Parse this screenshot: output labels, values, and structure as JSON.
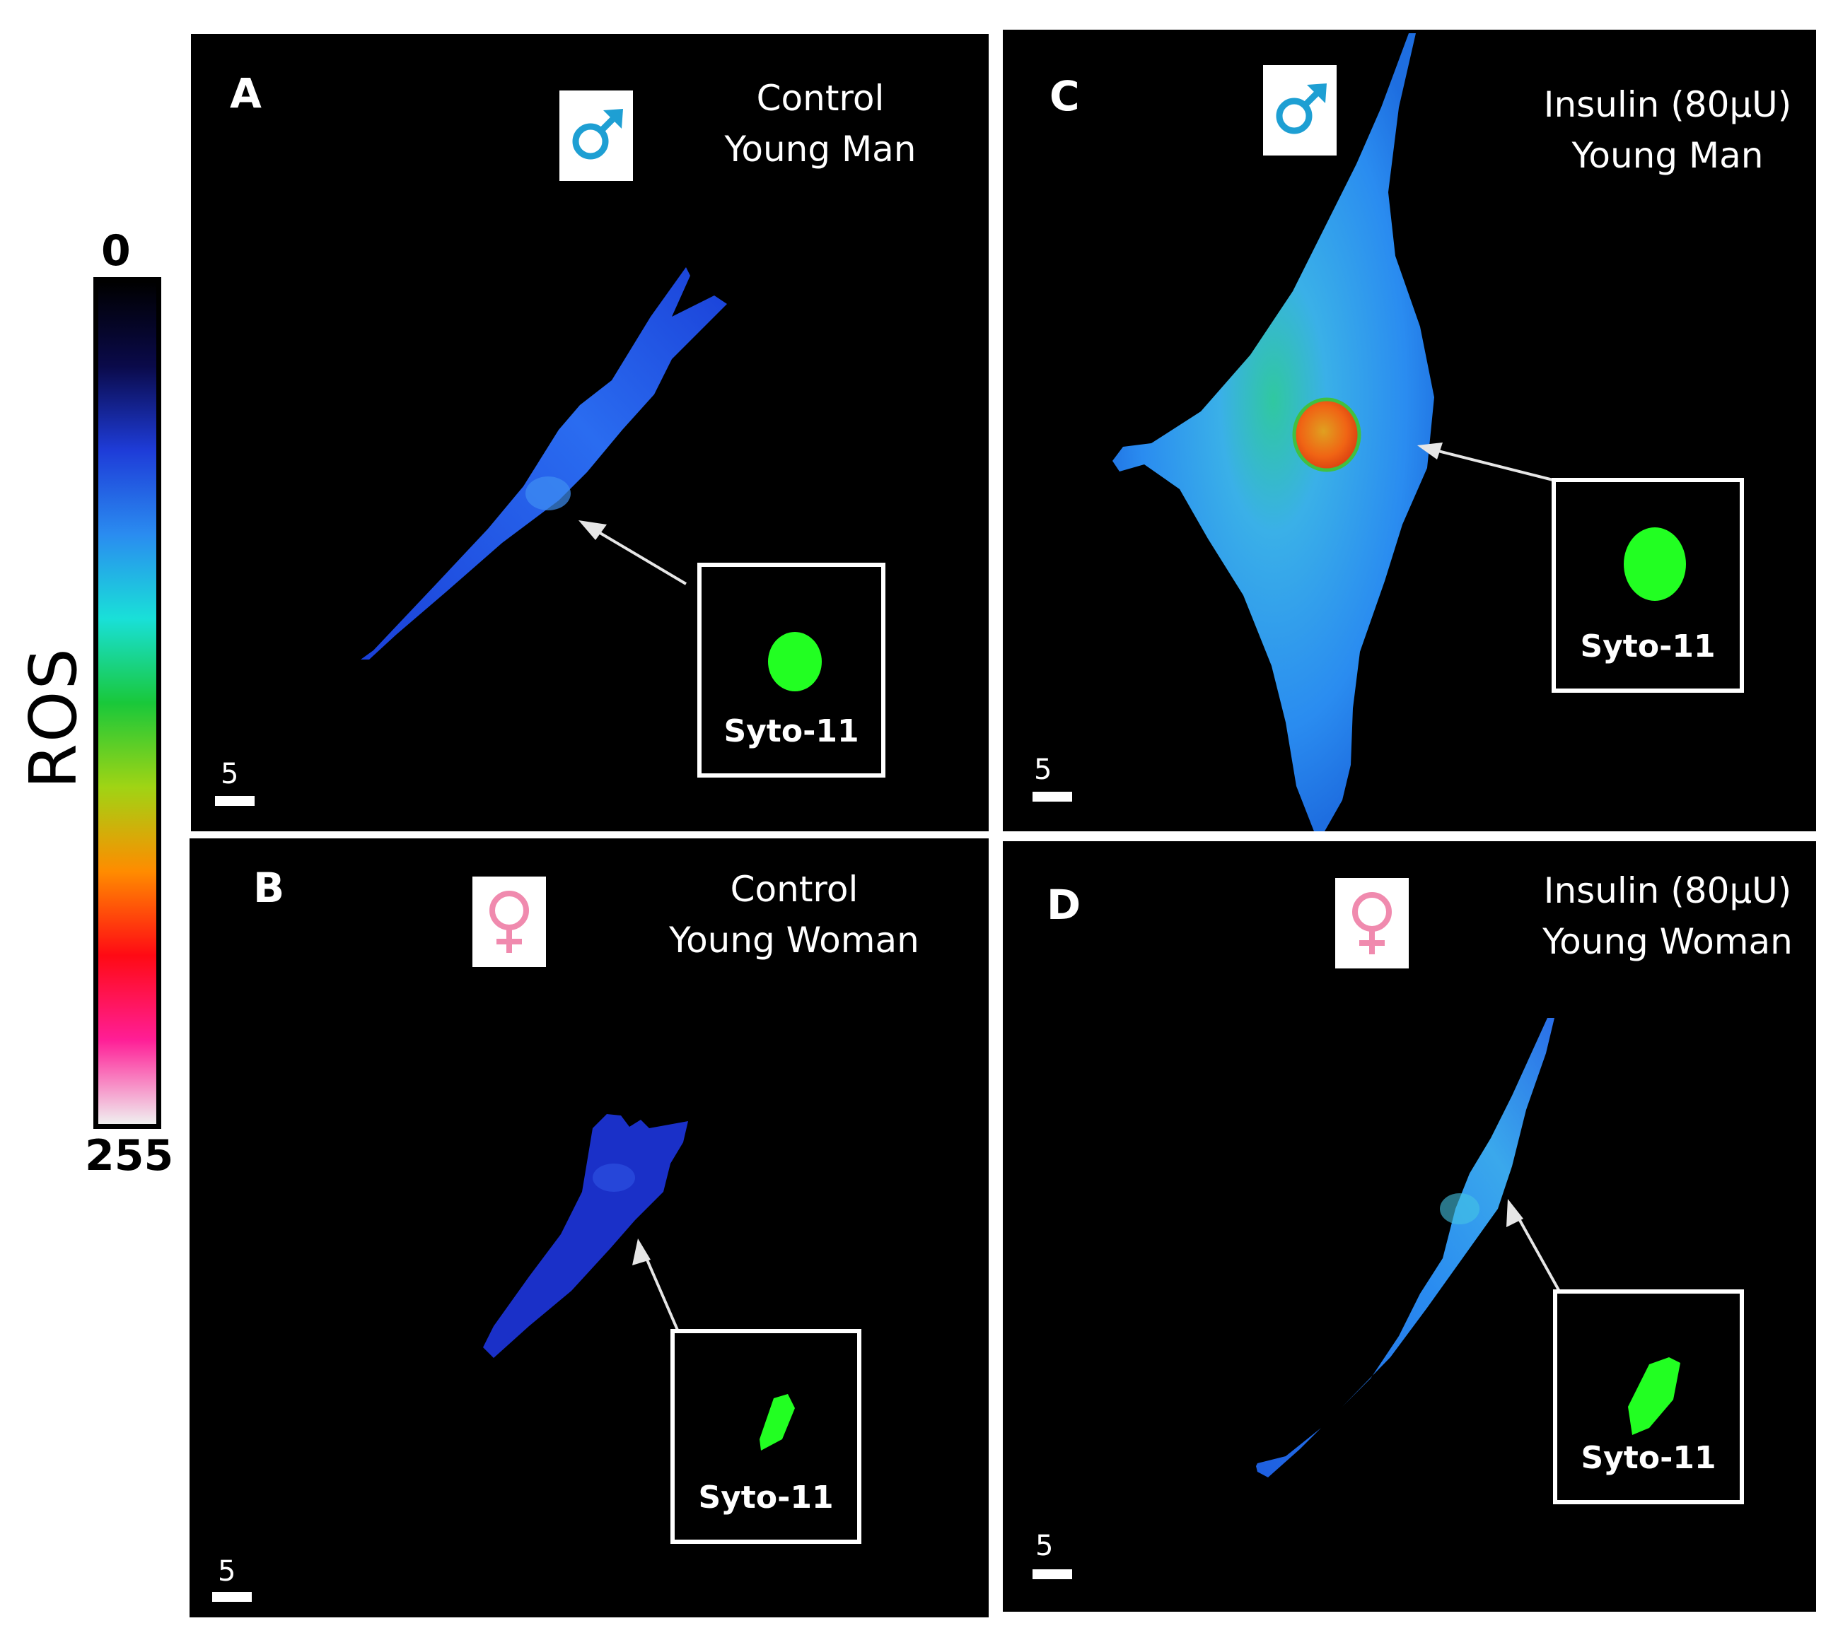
{
  "colors": {
    "background": "#000000",
    "male_icon": "#1e9fd3",
    "female_icon": "#f08aae",
    "nucleus_stain": "#22ff22",
    "arrow": "#e6e6e6"
  },
  "colorbar": {
    "title": "ROS",
    "max_label": "0",
    "min_label": "255",
    "stops": [
      "#000000",
      "#0a0a4a",
      "#1e3cd8",
      "#2a8cf0",
      "#19e0d8",
      "#19c83a",
      "#a0d414",
      "#ff8c00",
      "#ff0a14",
      "#ff1e96",
      "#f0f0f0"
    ]
  },
  "panels": [
    {
      "id": "a",
      "letter": "A",
      "line1": "Control",
      "line2": "Young Man",
      "sex_icon": "male-icon",
      "inset_label": "Syto-11",
      "scale_value": "5"
    },
    {
      "id": "b",
      "letter": "B",
      "line1": "Control",
      "line2": "Young Woman",
      "sex_icon": "female-icon",
      "inset_label": "Syto-11",
      "scale_value": "5"
    },
    {
      "id": "c",
      "letter": "C",
      "line1": "Insulin (80µU)",
      "line2": "Young Man",
      "sex_icon": "male-icon",
      "inset_label": "Syto-11",
      "scale_value": "5"
    },
    {
      "id": "d",
      "letter": "D",
      "line1": "Insulin (80µU)",
      "line2": "Young Woman",
      "sex_icon": "female-icon",
      "inset_label": "Syto-11",
      "scale_value": "5"
    }
  ]
}
